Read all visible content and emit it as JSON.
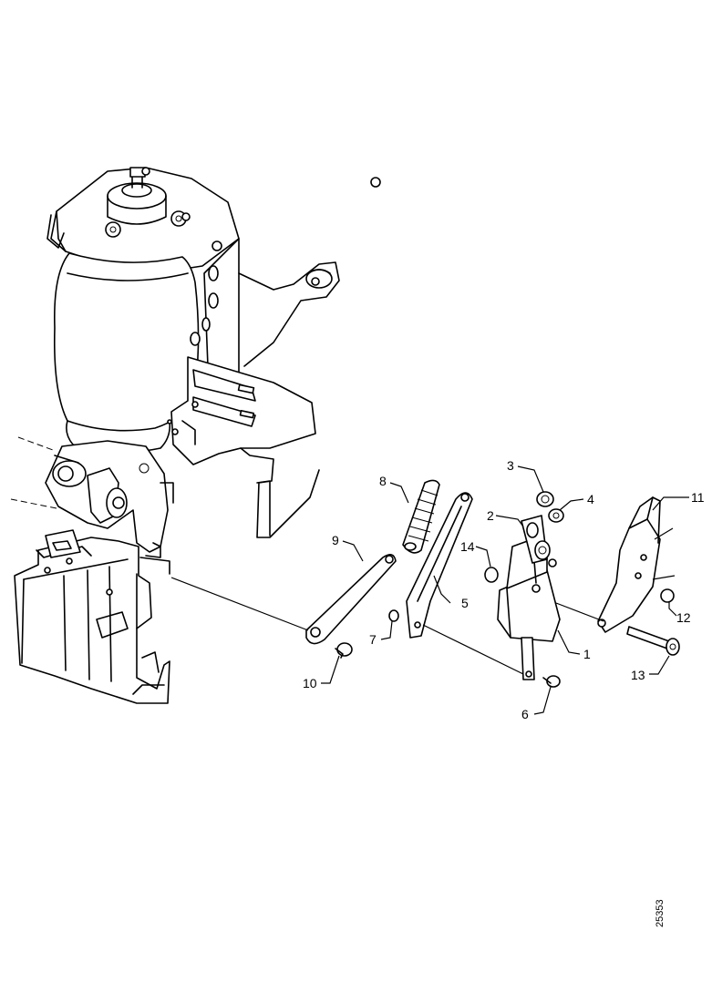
{
  "figure": {
    "reference_number": "25353",
    "callouts": [
      {
        "id": "c1",
        "label": "1"
      },
      {
        "id": "c2",
        "label": "2"
      },
      {
        "id": "c3",
        "label": "3"
      },
      {
        "id": "c4",
        "label": "4"
      },
      {
        "id": "c5",
        "label": "5"
      },
      {
        "id": "c6",
        "label": "6"
      },
      {
        "id": "c7",
        "label": "7"
      },
      {
        "id": "c8",
        "label": "8"
      },
      {
        "id": "c9",
        "label": "9"
      },
      {
        "id": "c10",
        "label": "10"
      },
      {
        "id": "c11",
        "label": "11"
      },
      {
        "id": "c12",
        "label": "12"
      },
      {
        "id": "c13",
        "label": "13"
      },
      {
        "id": "c14",
        "label": "14"
      }
    ]
  }
}
